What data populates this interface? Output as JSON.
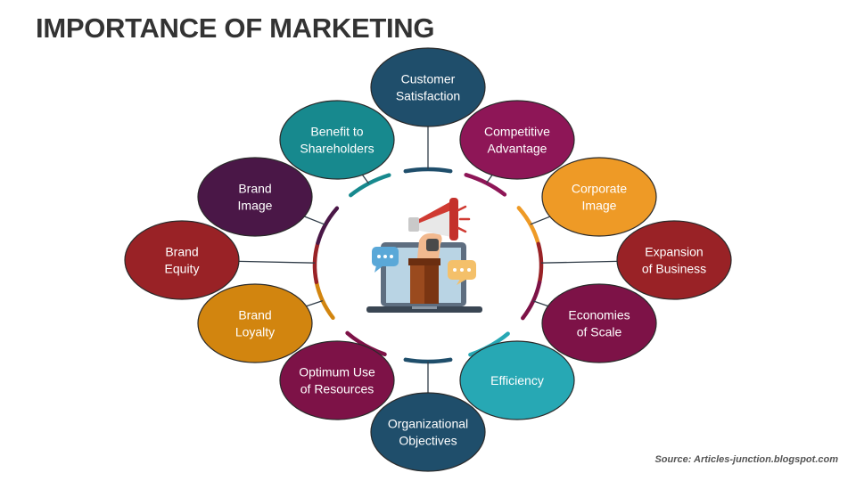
{
  "title": "IMPORTANCE OF MARKETING",
  "source": "Source: Articles-junction.blogspot.com",
  "colors": {
    "navy": "#1F4E6B",
    "teal": "#17898E",
    "magenta": "#8E1657",
    "orange": "#EE9A26",
    "red": "#992226",
    "plum": "#7D1247",
    "purple": "#4A1747",
    "gold": "#D2850F",
    "cyan": "#27A8B4"
  },
  "illustration_icons": [
    "megaphone-icon",
    "laptop-icon",
    "chat-bubble-icon"
  ],
  "nodes": [
    {
      "id": "customer-satisfaction",
      "lines": [
        "Customer",
        "Satisfaction"
      ],
      "color": "#1F4E6B"
    },
    {
      "id": "competitive-advantage",
      "lines": [
        "Competitive",
        "Advantage"
      ],
      "color": "#8E1657"
    },
    {
      "id": "corporate-image",
      "lines": [
        "Corporate",
        "Image"
      ],
      "color": "#EE9A26"
    },
    {
      "id": "expansion-of-business",
      "lines": [
        "Expansion",
        "of Business"
      ],
      "color": "#992226"
    },
    {
      "id": "economies-of-scale",
      "lines": [
        "Economies",
        "of Scale"
      ],
      "color": "#7D1247"
    },
    {
      "id": "efficiency",
      "lines": [
        "Efficiency"
      ],
      "color": "#27A8B4"
    },
    {
      "id": "organizational-objectives",
      "lines": [
        "Organizational",
        "Objectives"
      ],
      "color": "#1F4E6B"
    },
    {
      "id": "optimum-use-of-resources",
      "lines": [
        "Optimum Use",
        "of Resources"
      ],
      "color": "#7D1247"
    },
    {
      "id": "brand-loyalty",
      "lines": [
        "Brand",
        "Loyalty"
      ],
      "color": "#D2850F"
    },
    {
      "id": "brand-equity",
      "lines": [
        "Brand",
        "Equity"
      ],
      "color": "#992226"
    },
    {
      "id": "brand-image",
      "lines": [
        "Brand",
        "Image"
      ],
      "color": "#4A1747"
    },
    {
      "id": "benefit-to-shareholders",
      "lines": [
        "Benefit to",
        "Shareholders"
      ],
      "color": "#17898E"
    }
  ]
}
